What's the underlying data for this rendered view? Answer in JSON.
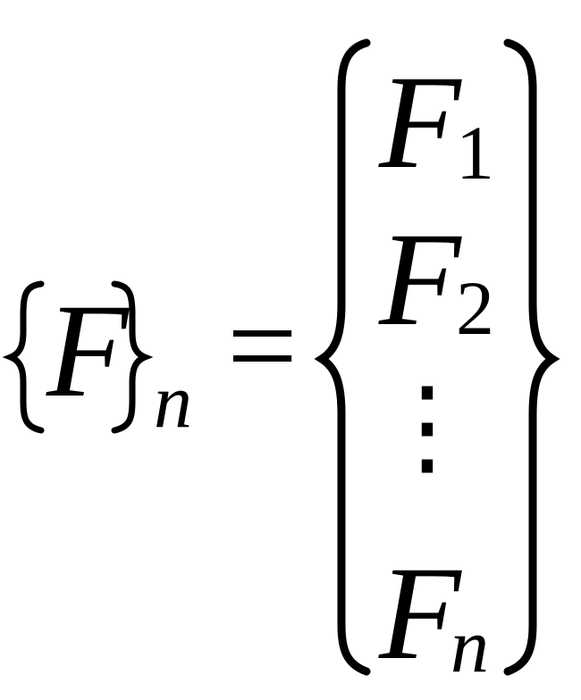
{
  "lhs": {
    "symbol": "F",
    "subscript": "n"
  },
  "equals": "=",
  "vector": {
    "entries": [
      {
        "symbol": "F",
        "subscript": "1"
      },
      {
        "symbol": "F",
        "subscript": "2"
      },
      {
        "symbol": "⋮",
        "subscript": ""
      },
      {
        "symbol": "F",
        "subscript": "n"
      }
    ]
  },
  "colors": {
    "ink": "#000000",
    "background": "#ffffff"
  }
}
